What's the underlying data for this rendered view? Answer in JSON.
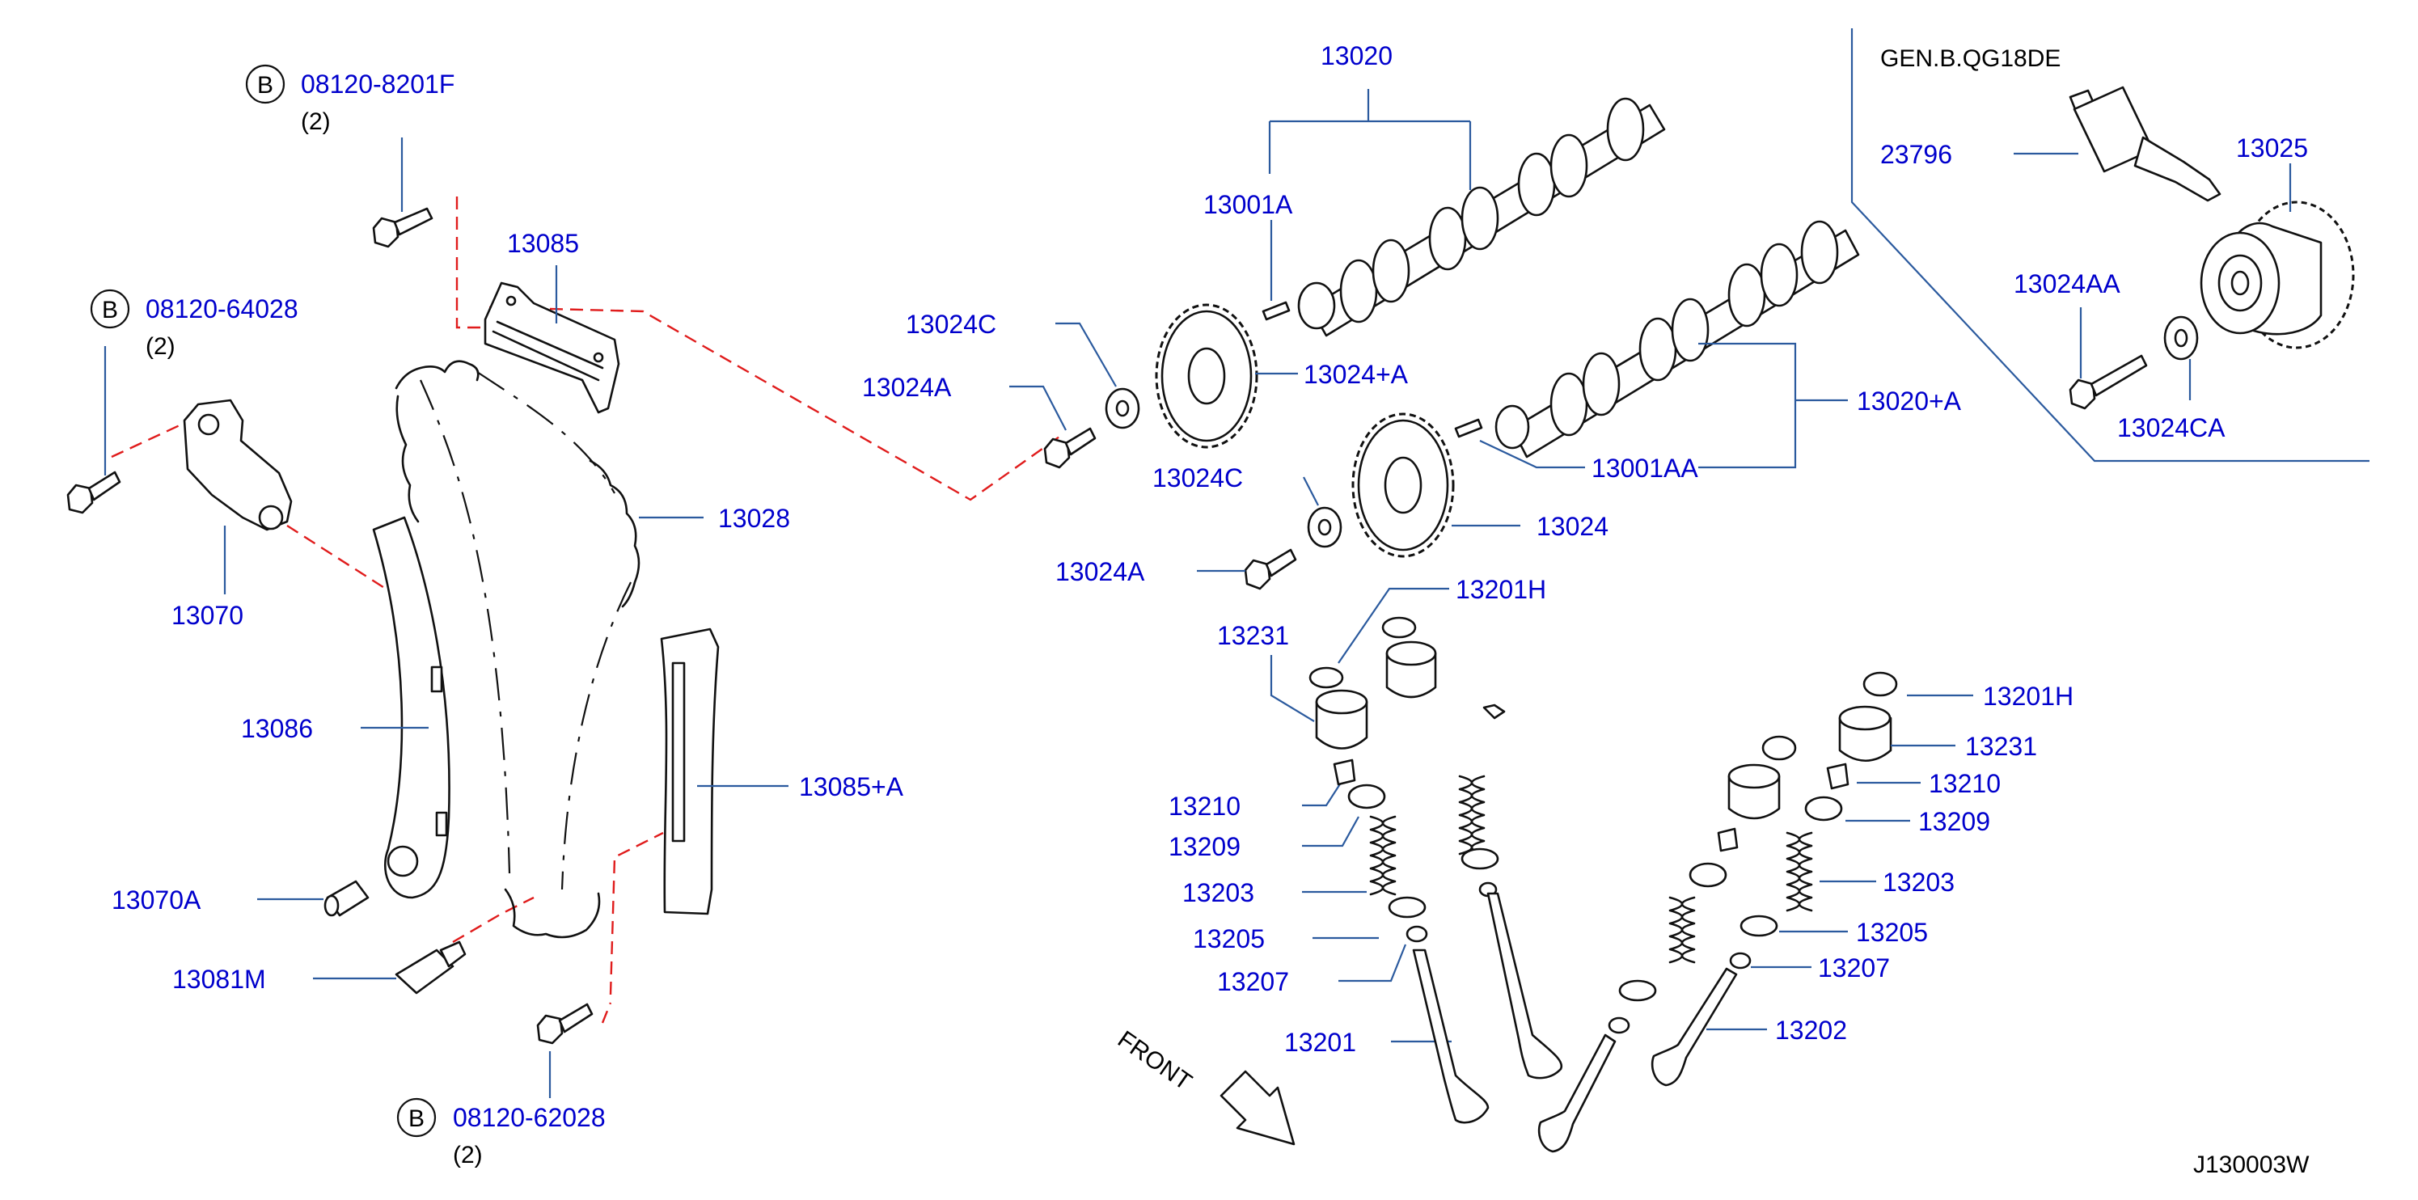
{
  "variant_label": "GEN.B.QG18DE",
  "diagram_code": "J130003W",
  "front_label": "FRONT",
  "bolt_callouts": [
    {
      "circle": "B",
      "number": "08120-8201F",
      "qty": "(2)"
    },
    {
      "circle": "B",
      "number": "08120-64028",
      "qty": "(2)"
    },
    {
      "circle": "B",
      "number": "08120-62028",
      "qty": "(2)"
    }
  ],
  "parts": {
    "p13020": "13020",
    "p13001A": "13001A",
    "p13024C_1": "13024C",
    "p13024A_1": "13024A",
    "p13024pA": "13024+A",
    "p13020pA": "13020+A",
    "p13001AA": "13001AA",
    "p13024C_2": "13024C",
    "p13024": "13024",
    "p13024A_2": "13024A",
    "p23796": "23796",
    "p13025": "13025",
    "p13024AA": "13024AA",
    "p13024CA": "13024CA",
    "p13085": "13085",
    "p13028": "13028",
    "p13070": "13070",
    "p13086": "13086",
    "p13085pA": "13085+A",
    "p13070A": "13070A",
    "p13081M": "13081M",
    "p13201H_1": "13201H",
    "p13231_1": "13231",
    "p13210_1": "13210",
    "p13209_1": "13209",
    "p13203_1": "13203",
    "p13205_1": "13205",
    "p13207_1": "13207",
    "p13201": "13201",
    "p13201H_2": "13201H",
    "p13231_2": "13231",
    "p13210_2": "13210",
    "p13209_2": "13209",
    "p13203_2": "13203",
    "p13205_2": "13205",
    "p13207_2": "13207",
    "p13202": "13202"
  },
  "colors": {
    "label": "#0000cc",
    "leader": "#2b5a9e",
    "dashed_reference": "#e01c1c",
    "part_outline": "#111111"
  }
}
